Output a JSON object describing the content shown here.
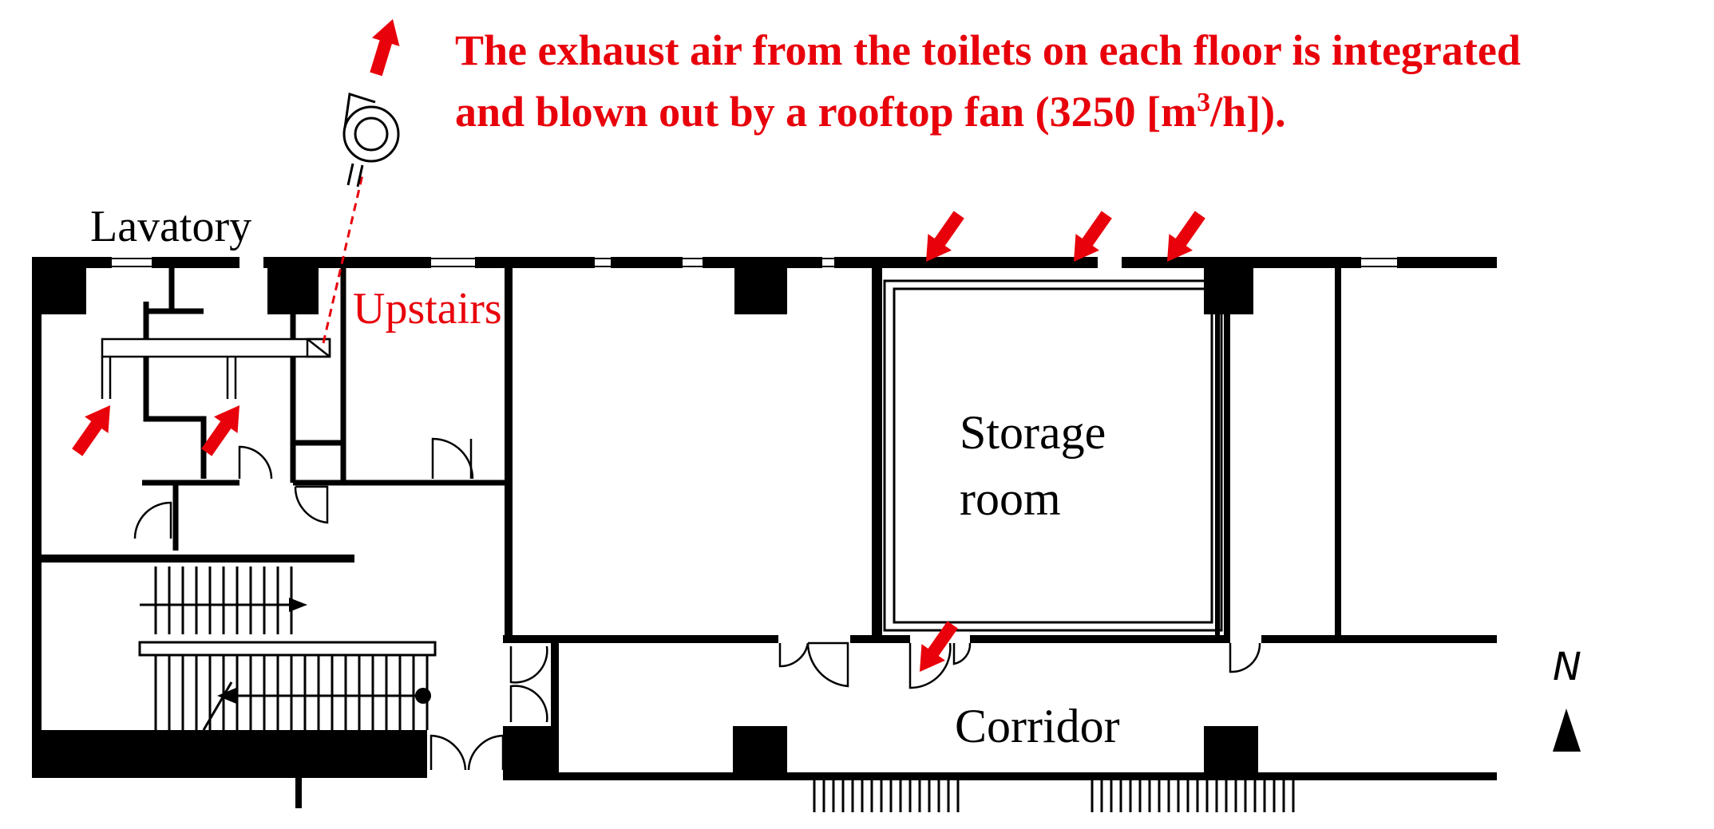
{
  "annotation": {
    "line1": "The exhaust air from the toilets on each floor is integrated",
    "line2_pre": "and blown out by a rooftop fan (3250 [m",
    "line2_sup": "3",
    "line2_post": "/h]).",
    "color": "#e8000b"
  },
  "rooms": {
    "lavatory": "Lavatory",
    "upstairs": "Upstairs",
    "storage_line1": "Storage",
    "storage_line2": "room",
    "corridor": "Corridor"
  },
  "compass": {
    "label": "N"
  },
  "colors": {
    "wall": "#000000",
    "accent": "#e8000b"
  },
  "icons": {
    "fan": "exhaust-fan-icon",
    "arrows": "airflow-arrow-icon",
    "compass": "north-arrow-icon"
  }
}
